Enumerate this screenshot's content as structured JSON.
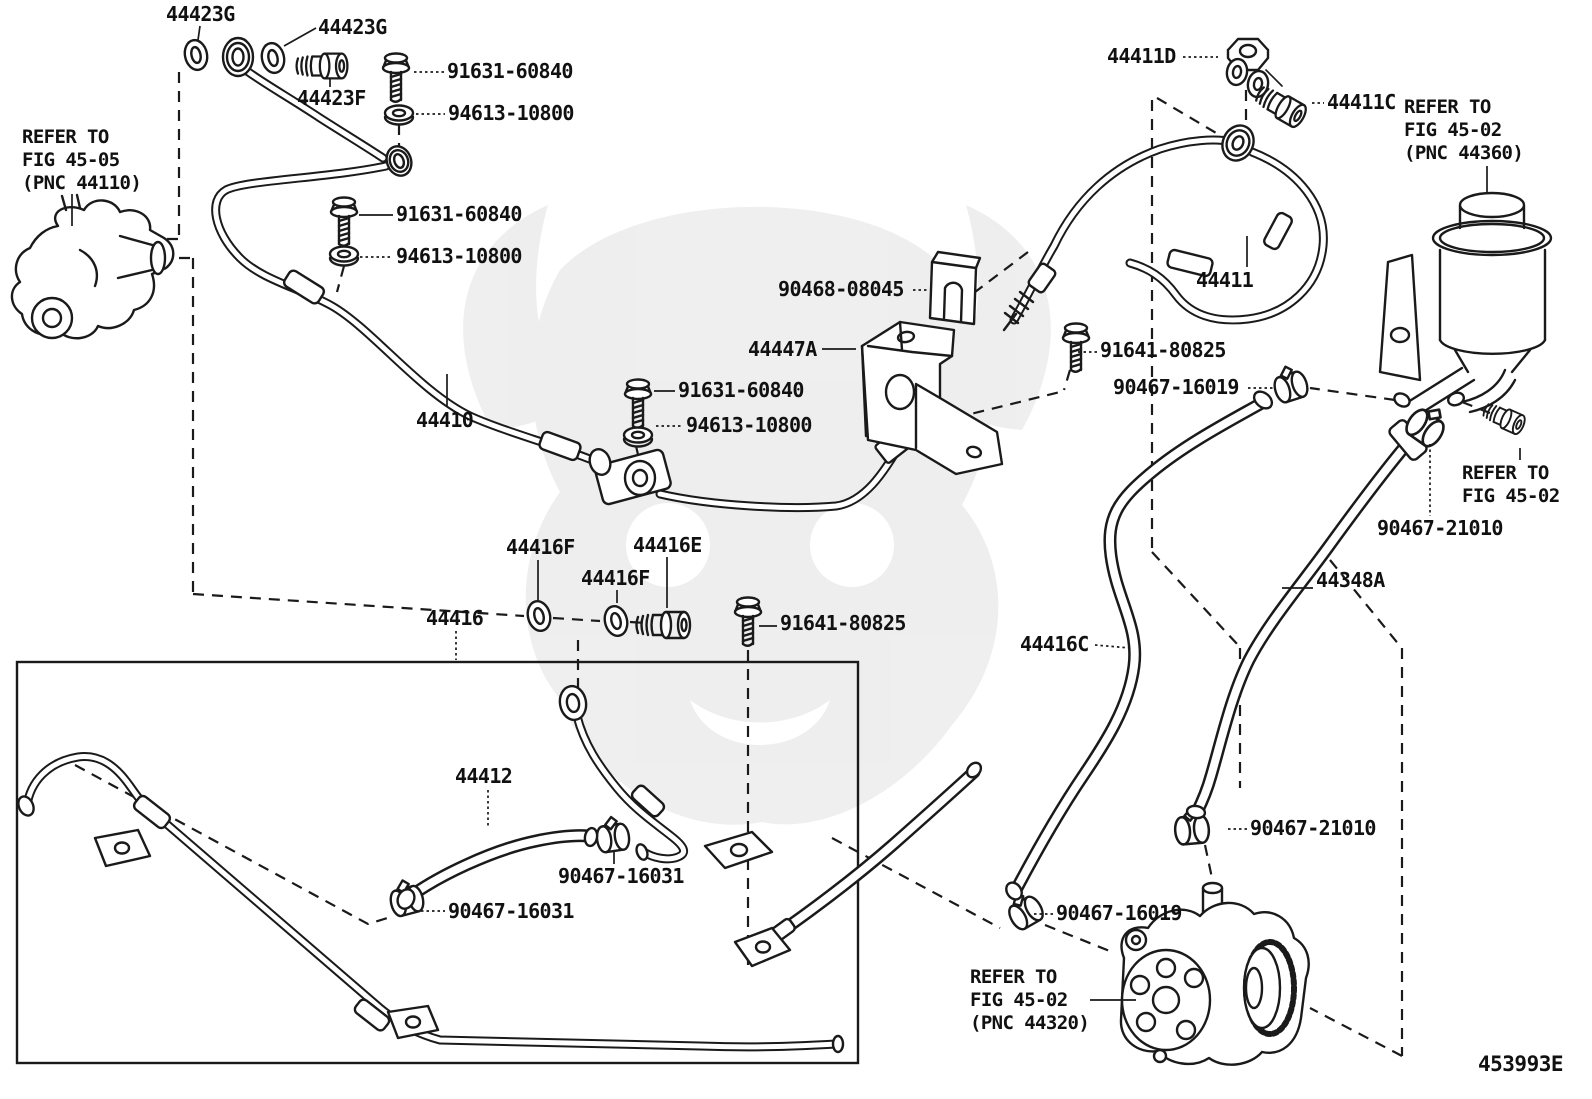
{
  "diagram": {
    "figure_code": "453993E",
    "colors": {
      "line": "#1a1a1a",
      "background": "#ffffff",
      "watermark": "#ececec"
    }
  },
  "part_labels": {
    "p44423g_a": "44423G",
    "p44423g_b": "44423G",
    "p44423f": "44423F",
    "p91631_60840_a": "91631-60840",
    "p94613_10800_a": "94613-10800",
    "p91631_60840_b": "91631-60840",
    "p94613_10800_b": "94613-10800",
    "p91631_60840_c": "91631-60840",
    "p94613_10800_c": "94613-10800",
    "p44410": "44410",
    "p44411d": "44411D",
    "p44411c": "44411C",
    "p44411": "44411",
    "p90468_08045": "90468-08045",
    "p44447a": "44447A",
    "p91641_80825_a": "91641-80825",
    "p91641_80825_b": "91641-80825",
    "p90467_16019_a": "90467-16019",
    "p90467_16019_b": "90467-16019",
    "p90467_21010_a": "90467-21010",
    "p90467_21010_b": "90467-21010",
    "p44416f_a": "44416F",
    "p44416f_b": "44416F",
    "p44416e": "44416E",
    "p44416": "44416",
    "p44416c": "44416C",
    "p44348a": "44348A",
    "p44412": "44412",
    "p90467_16031_a": "90467-16031",
    "p90467_16031_b": "90467-16031"
  },
  "reference_notes": {
    "gear": {
      "line1": "REFER TO",
      "line2": "FIG 45-05",
      "line3": "(PNC 44110)"
    },
    "reservoir": {
      "line1": "REFER TO",
      "line2": "FIG 45-02",
      "line3": "(PNC 44360)"
    },
    "bracket_bolt": {
      "line1": "REFER TO",
      "line2": "FIG 45-02"
    },
    "pump": {
      "line1": "REFER TO",
      "line2": "FIG 45-02",
      "line3": "(PNC 44320)"
    }
  }
}
